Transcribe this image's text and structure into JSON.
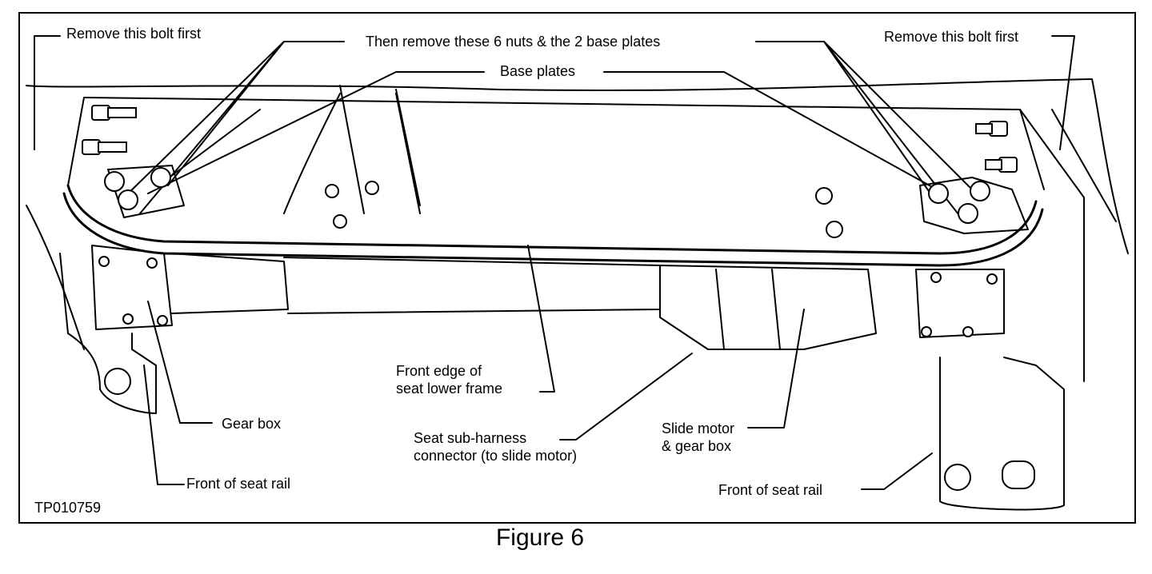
{
  "figure": {
    "code": "TP010759",
    "caption": "Figure 6"
  },
  "callouts": {
    "remove_bolt_left": "Remove this bolt first",
    "remove_bolt_right": "Remove this bolt first",
    "remove_nuts": "Then remove these 6 nuts & the 2 base plates",
    "base_plates": "Base plates",
    "front_edge": "Front edge of\nseat lower frame",
    "gear_box": "Gear box",
    "seat_harness": "Seat sub-harness\nconnector (to slide motor)",
    "slide_motor": "Slide motor\n& gear box",
    "front_rail_left": "Front of seat rail",
    "front_rail_right": "Front of seat rail"
  },
  "colors": {
    "ink": "#000000",
    "paper": "#ffffff"
  }
}
